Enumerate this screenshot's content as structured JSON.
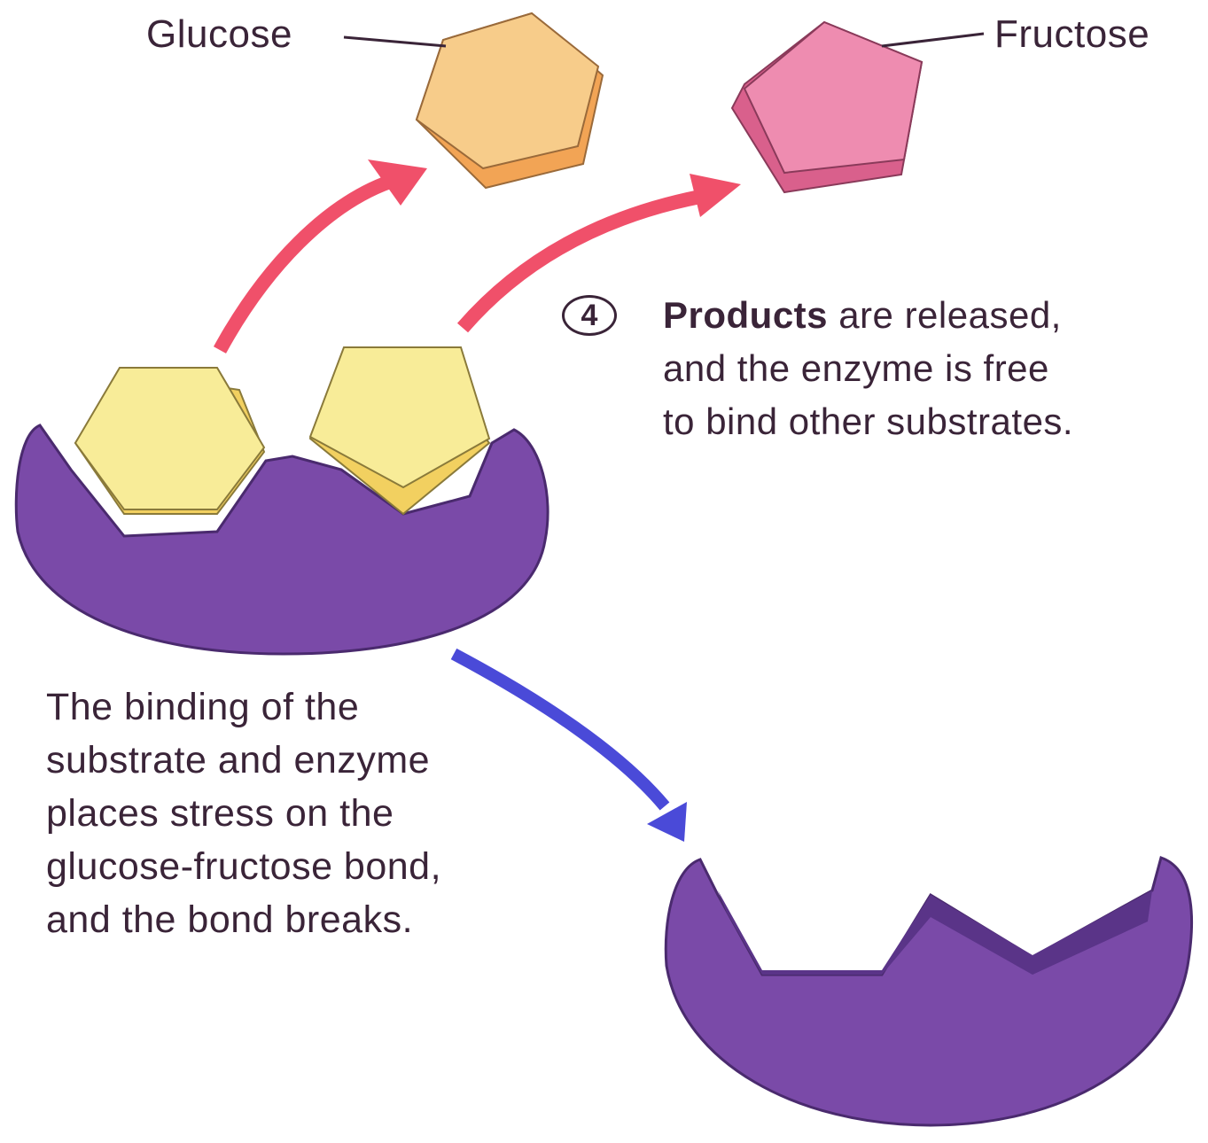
{
  "labels": {
    "glucose": "Glucose",
    "fructose": "Fructose"
  },
  "step4": {
    "number": "4",
    "bold": "Products",
    "line1_rest": " are released,",
    "line2": "and the enzyme is free",
    "line3": "to bind other substrates."
  },
  "step3": {
    "line1": "The binding of the",
    "line2": "substrate and enzyme",
    "line3": "places stress on the",
    "line4": "glucose-fructose bond,",
    "line5": "and the bond breaks."
  },
  "colors": {
    "enzyme": "#7a4aa8",
    "enzyme_dark": "#4a2a6e",
    "glucose_top": "#f7cc8a",
    "glucose_side": "#f2a455",
    "fructose_top": "#ee8cb0",
    "fructose_side": "#d9608c",
    "bound_top": "#f8ec98",
    "bound_side": "#f2d060",
    "release_arrow": "#f0506a",
    "next_arrow": "#4a4ad8"
  }
}
